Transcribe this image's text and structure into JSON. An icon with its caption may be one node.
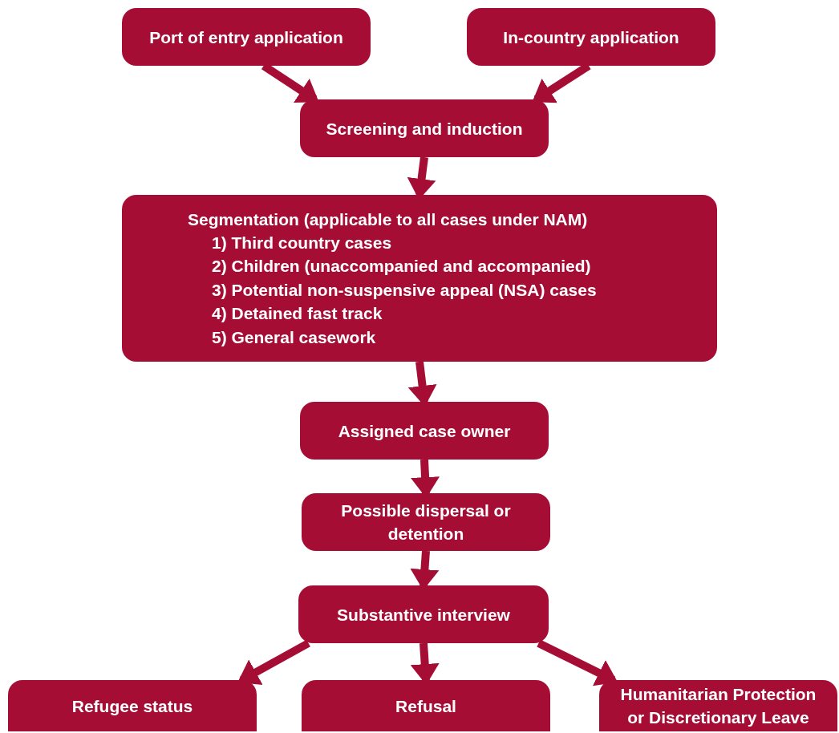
{
  "diagram": {
    "nodes": [
      {
        "text": [
          "Port of entry application"
        ]
      },
      {
        "text": [
          "In-country application"
        ]
      },
      {
        "text": [
          "Screening and induction"
        ]
      },
      {
        "text": [
          "Segmentation (applicable to all cases under NAM)",
          "1) Third country cases",
          "2) Children (unaccompanied and accompanied)",
          "3) Potential non-suspensive appeal (NSA) cases",
          "4) Detained fast track",
          "5) General casework"
        ]
      },
      {
        "text": [
          "Assigned case owner"
        ]
      },
      {
        "text": [
          "Possible dispersal or detention"
        ]
      },
      {
        "text": [
          "Substantive interview"
        ]
      },
      {
        "text": [
          "Refugee status"
        ]
      },
      {
        "text": [
          "Refusal"
        ]
      },
      {
        "text": [
          "Humanitarian Protection or Discretionary Leave"
        ]
      }
    ],
    "edges": [
      {
        "from": 0,
        "to": 2,
        "arrow": "to"
      },
      {
        "from": 1,
        "to": 2,
        "arrow": "to"
      },
      {
        "from": 2,
        "to": 3,
        "arrow": "to"
      },
      {
        "from": 3,
        "to": 4,
        "arrow": "to"
      },
      {
        "from": 4,
        "to": 5,
        "arrow": "to"
      },
      {
        "from": 5,
        "to": 6,
        "arrow": "to"
      },
      {
        "from": 6,
        "to": 7,
        "arrow": "to"
      },
      {
        "from": 6,
        "to": 8,
        "arrow": "to"
      },
      {
        "from": 6,
        "to": 9,
        "arrow": "to"
      }
    ]
  }
}
